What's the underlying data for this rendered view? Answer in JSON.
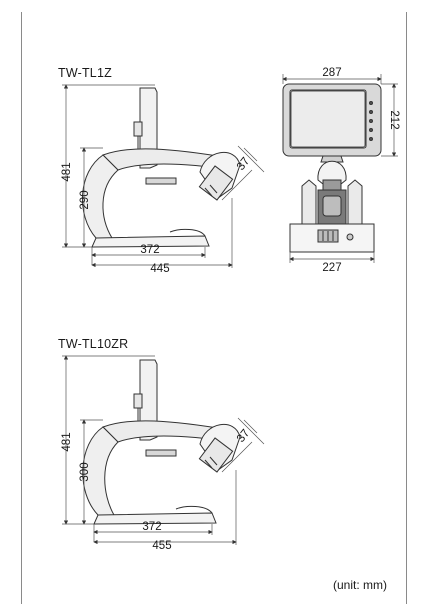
{
  "model_1": {
    "name": "TW-TL1Z",
    "side_view": {
      "height_total": "481",
      "height_stand": "290",
      "base_depth": "372",
      "overall_depth": "445",
      "head_angle": "37"
    },
    "front_view": {
      "monitor_width": "287",
      "monitor_height": "212",
      "base_width": "227"
    }
  },
  "model_2": {
    "name": "TW-TL10ZR",
    "side_view": {
      "height_total": "481",
      "height_stand": "300",
      "base_depth": "372",
      "overall_depth": "455",
      "head_angle": "37"
    }
  },
  "unit_note": "(unit: mm)"
}
